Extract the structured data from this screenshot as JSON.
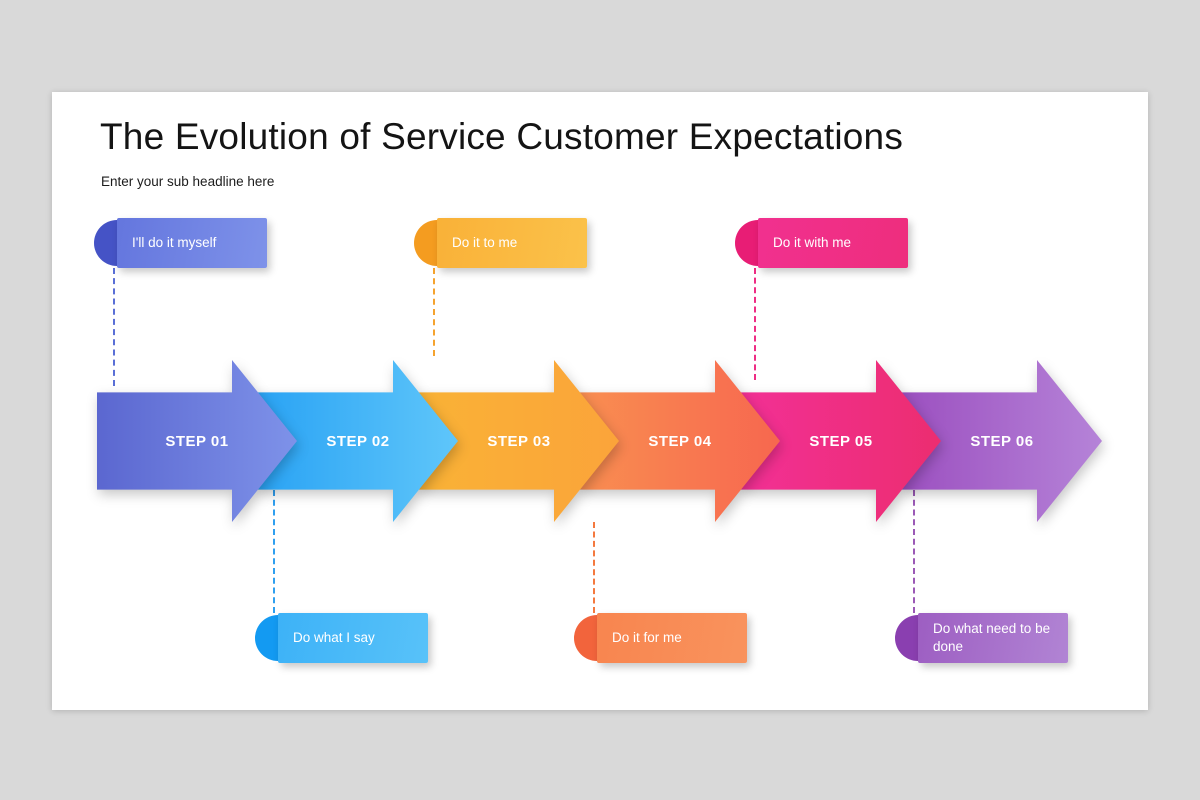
{
  "slide": {
    "background": "#d9d9d9",
    "surface": "#ffffff",
    "title": "The Evolution of Service Customer Expectations",
    "subtitle": "Enter your sub headline here"
  },
  "steps": [
    {
      "label": "STEP 01",
      "from": "#5b67d0",
      "to": "#7e92e9"
    },
    {
      "label": "STEP 02",
      "from": "#2aa3f4",
      "to": "#5fc6fa"
    },
    {
      "label": "STEP 03",
      "from": "#f9b236",
      "to": "#fba43a"
    },
    {
      "label": "STEP 04",
      "from": "#f98e51",
      "to": "#f7674f"
    },
    {
      "label": "STEP 05",
      "from": "#f23095",
      "to": "#ec2d70"
    },
    {
      "label": "STEP 06",
      "from": "#9c50c0",
      "to": "#b583d8"
    }
  ],
  "callouts": {
    "top": [
      {
        "label": "I'll do it myself",
        "from": "#6476de",
        "to": "#7e92e9",
        "dot": "#4553c6",
        "line": "#5a6fd6"
      },
      {
        "label": "Do it to me",
        "from": "#f9b138",
        "to": "#fbc24a",
        "dot": "#f49c20",
        "line": "#f5a32f"
      },
      {
        "label": "Do it with me",
        "from": "#f1308f",
        "to": "#ee2e7d",
        "dot": "#e81d75",
        "line": "#ee2d84"
      }
    ],
    "bottom": [
      {
        "label": "Do what I say",
        "from": "#3db2f7",
        "to": "#58c2f9",
        "dot": "#139af2",
        "line": "#2f9fef"
      },
      {
        "label": "Do it for me",
        "from": "#f8854f",
        "to": "#f9935d",
        "dot": "#f2643c",
        "line": "#f4793f"
      },
      {
        "label": "Do what need to be done",
        "from": "#9d5ec2",
        "to": "#b184d4",
        "dot": "#8a3fb0",
        "line": "#9b59b6"
      }
    ]
  }
}
